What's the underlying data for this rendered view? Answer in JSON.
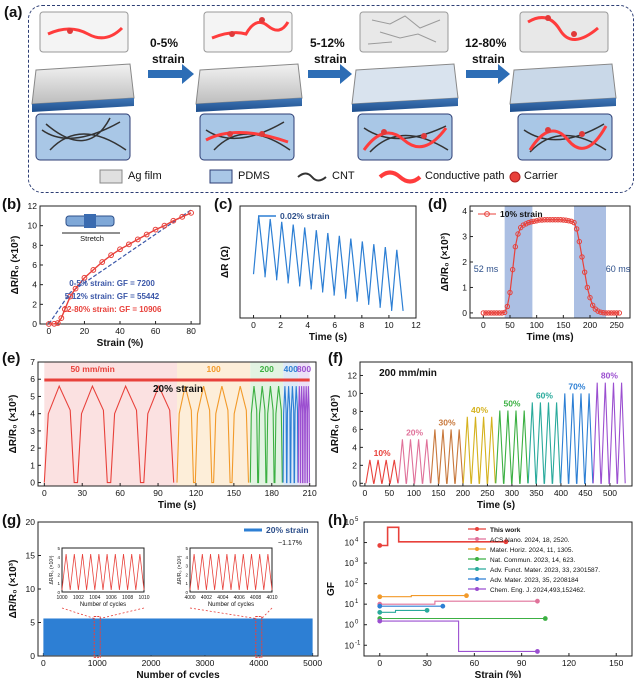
{
  "panel_a": {
    "label": "(a)",
    "steps": [
      {
        "pct": "0-5%",
        "word": "strain"
      },
      {
        "pct": "5-12%",
        "word": "strain"
      },
      {
        "pct": "12-80%",
        "word": "strain"
      }
    ],
    "legend": [
      "Ag film",
      "PDMS",
      "CNT",
      "Conductive path",
      "Carrier"
    ]
  },
  "chart_data": [
    {
      "id": "b",
      "label": "(b)",
      "type": "line",
      "xlabel": "Strain (%)",
      "ylabel": "ΔR/R₀ (×10³)",
      "xlim": [
        -5,
        85
      ],
      "ylim": [
        0,
        12
      ],
      "xticks": [
        0,
        20,
        40,
        60,
        80
      ],
      "yticks": [
        0,
        2,
        4,
        6,
        8,
        10,
        12
      ],
      "inset_label": "Stretch",
      "series": [
        {
          "values": [
            [
              0,
              0
            ],
            [
              3,
              0.02
            ],
            [
              5,
              0.1
            ],
            [
              7,
              0.6
            ],
            [
              9,
              1.5
            ],
            [
              12,
              2.8
            ],
            [
              15,
              3.6
            ],
            [
              20,
              4.7
            ],
            [
              25,
              5.5
            ],
            [
              30,
              6.3
            ],
            [
              35,
              7.0
            ],
            [
              40,
              7.6
            ],
            [
              45,
              8.1
            ],
            [
              50,
              8.6
            ],
            [
              55,
              9.1
            ],
            [
              60,
              9.6
            ],
            [
              65,
              10.0
            ],
            [
              70,
              10.5
            ],
            [
              75,
              10.9
            ],
            [
              80,
              11.3
            ]
          ]
        }
      ],
      "annotations": [
        "0-5% strain: GF = 7200",
        "5-12% strain: GF = 55442",
        "12-80% strain: GF = 10906"
      ]
    },
    {
      "id": "c",
      "label": "(c)",
      "type": "line",
      "xlabel": "Time (s)",
      "ylabel": "ΔR (Ω)",
      "xlim": [
        -1,
        12
      ],
      "xticks": [
        0,
        2,
        4,
        6,
        8,
        10,
        12
      ],
      "legend": [
        "0.02% strain"
      ],
      "cycles": 13,
      "period_s": 0.85,
      "y_max": [
        0.95,
        0.62
      ],
      "y_min": [
        0.38,
        0.02
      ]
    },
    {
      "id": "d",
      "label": "(d)",
      "type": "line",
      "xlabel": "Time (ms)",
      "ylabel": "ΔR/R₀ (×10³)",
      "xlim": [
        -25,
        275
      ],
      "ylim": [
        -0.2,
        4.2
      ],
      "xticks": [
        0,
        50,
        100,
        150,
        200,
        250
      ],
      "yticks": [
        0,
        1,
        2,
        3,
        4
      ],
      "legend": [
        "10% strain"
      ],
      "annotations": [
        "52 ms",
        "60 ms"
      ],
      "shaded": [
        [
          40,
          92
        ],
        [
          170,
          230
        ]
      ],
      "series": [
        {
          "values": [
            [
              0,
              0
            ],
            [
              5,
              0
            ],
            [
              10,
              0
            ],
            [
              15,
              0
            ],
            [
              20,
              0
            ],
            [
              25,
              0
            ],
            [
              30,
              0
            ],
            [
              35,
              0
            ],
            [
              40,
              0.02
            ],
            [
              45,
              0.25
            ],
            [
              50,
              0.8
            ],
            [
              55,
              1.7
            ],
            [
              60,
              2.6
            ],
            [
              65,
              3.1
            ],
            [
              70,
              3.35
            ],
            [
              75,
              3.45
            ],
            [
              80,
              3.5
            ],
            [
              85,
              3.55
            ],
            [
              90,
              3.58
            ],
            [
              95,
              3.6
            ],
            [
              100,
              3.62
            ],
            [
              105,
              3.65
            ],
            [
              110,
              3.65
            ],
            [
              115,
              3.66
            ],
            [
              120,
              3.66
            ],
            [
              125,
              3.66
            ],
            [
              130,
              3.66
            ],
            [
              135,
              3.66
            ],
            [
              140,
              3.66
            ],
            [
              145,
              3.66
            ],
            [
              150,
              3.65
            ],
            [
              155,
              3.64
            ],
            [
              160,
              3.62
            ],
            [
              165,
              3.6
            ],
            [
              170,
              3.55
            ],
            [
              175,
              3.3
            ],
            [
              180,
              2.8
            ],
            [
              185,
              2.2
            ],
            [
              190,
              1.6
            ],
            [
              195,
              1.0
            ],
            [
              200,
              0.6
            ],
            [
              205,
              0.3
            ],
            [
              210,
              0.15
            ],
            [
              215,
              0.07
            ],
            [
              220,
              0.03
            ],
            [
              225,
              0.01
            ],
            [
              230,
              0
            ],
            [
              235,
              0
            ],
            [
              240,
              0
            ],
            [
              245,
              0
            ],
            [
              250,
              0
            ],
            [
              255,
              0
            ]
          ]
        }
      ]
    },
    {
      "id": "e",
      "label": "(e)",
      "type": "line",
      "xlabel": "Time (s)",
      "ylabel": "ΔR/R₀ (×10³)",
      "xlim": [
        -5,
        215
      ],
      "ylim": [
        -0.2,
        7
      ],
      "xticks": [
        0,
        30,
        60,
        90,
        120,
        150,
        180,
        210
      ],
      "yticks": [
        0,
        1,
        2,
        3,
        4,
        5,
        6,
        7
      ],
      "title": "20% strain",
      "segments": [
        {
          "label": "50 mm/min",
          "start": 0,
          "end": 105,
          "cycles": 4,
          "color": "#e8413b"
        },
        {
          "label": "100",
          "start": 105,
          "end": 163,
          "cycles": 4,
          "color": "#f29a2a"
        },
        {
          "label": "200",
          "start": 163,
          "end": 189,
          "cycles": 4,
          "color": "#3cb043"
        },
        {
          "label": "400",
          "start": 189,
          "end": 201,
          "cycles": 4,
          "color": "#2d7fd4"
        },
        {
          "label": "800",
          "start": 201,
          "end": 210,
          "cycles": 5,
          "color": "#9b4fd0"
        }
      ],
      "peak": 5.6
    },
    {
      "id": "f",
      "label": "(f)",
      "type": "line",
      "xlabel": "Time (s)",
      "ylabel": "ΔR/R₀ (×10³)",
      "xlim": [
        -10,
        545
      ],
      "ylim": [
        -0.3,
        13.5
      ],
      "xticks": [
        0,
        50,
        100,
        150,
        200,
        250,
        300,
        350,
        400,
        450,
        500
      ],
      "yticks": [
        0,
        2,
        4,
        6,
        8,
        10,
        12
      ],
      "title": "200 mm/min",
      "groups": [
        {
          "label": "10%",
          "peak": 2.6,
          "color": "#e8413b"
        },
        {
          "label": "20%",
          "peak": 4.9,
          "color": "#e0729a"
        },
        {
          "label": "30%",
          "peak": 6.0,
          "color": "#c8783c"
        },
        {
          "label": "40%",
          "peak": 7.4,
          "color": "#d5b21e"
        },
        {
          "label": "50%",
          "peak": 8.1,
          "color": "#3cb043"
        },
        {
          "label": "60%",
          "peak": 9.0,
          "color": "#2aaa9c"
        },
        {
          "label": "70%",
          "peak": 10.0,
          "color": "#2d7fd4"
        },
        {
          "label": "80%",
          "peak": 11.2,
          "color": "#9b4fd0"
        }
      ],
      "cycles_per_group": 4
    },
    {
      "id": "g",
      "label": "(g)",
      "type": "area",
      "xlabel": "Number of cycles",
      "ylabel": "ΔR/R₀ (×10³)",
      "xlim": [
        -100,
        5100
      ],
      "ylim": [
        0,
        20
      ],
      "xticks": [
        0,
        1000,
        2000,
        3000,
        4000,
        5000
      ],
      "yticks": [
        0,
        5,
        10,
        15,
        20
      ],
      "legend": [
        "20% strain"
      ],
      "band": [
        0.1,
        5.6
      ],
      "annotation": "~1.17%",
      "insets": [
        {
          "xticks": [
            1000,
            1002,
            1004,
            1006,
            1008,
            1010
          ],
          "xlabel": "Number of cycles",
          "ylabel": "ΔR/R₀ (×10³)",
          "yticks": [
            0,
            1,
            2,
            3,
            4,
            5
          ]
        },
        {
          "xticks": [
            4000,
            4002,
            4004,
            4006,
            4008,
            4010
          ],
          "xlabel": "Number of cycles",
          "ylabel": "ΔR/R₀ (×10³)",
          "yticks": [
            0,
            1,
            2,
            3,
            4,
            5
          ]
        }
      ]
    },
    {
      "id": "h",
      "label": "(h)",
      "type": "line",
      "xlabel": "Strain (%)",
      "ylabel": "GF",
      "xlim": [
        -10,
        160
      ],
      "xticks": [
        0,
        30,
        60,
        90,
        120,
        150
      ],
      "ylog": true,
      "ylim": [
        0.03,
        100000
      ],
      "series": [
        {
          "name": "This work",
          "color": "#e8413b",
          "values": [
            [
              0,
              7200
            ],
            [
              5,
              7200
            ],
            [
              5,
              55442
            ],
            [
              12,
              55442
            ],
            [
              12,
              10906
            ],
            [
              80,
              10906
            ]
          ]
        },
        {
          "name": "ACS Nano. 2024, 18, 2520.",
          "color": "#e0729a",
          "values": [
            [
              0,
              10
            ],
            [
              35,
              10
            ],
            [
              35,
              14
            ],
            [
              100,
              14
            ]
          ]
        },
        {
          "name": "Mater. Horiz. 2024, 11, 1305.",
          "color": "#f29a2a",
          "values": [
            [
              0,
              23
            ],
            [
              20,
              23
            ],
            [
              20,
              26
            ],
            [
              55,
              26
            ]
          ]
        },
        {
          "name": "Nat. Commun. 2023, 14, 623.",
          "color": "#3cb043",
          "values": [
            [
              0,
              2
            ],
            [
              105,
              2
            ]
          ]
        },
        {
          "name": "Adv. Funct. Mater. 2023, 33, 2301587.",
          "color": "#2aaa9c",
          "values": [
            [
              0,
              4
            ],
            [
              10,
              4
            ],
            [
              10,
              5
            ],
            [
              30,
              5
            ]
          ]
        },
        {
          "name": "Adv. Mater. 2023, 35, 2208184",
          "color": "#2d7fd4",
          "values": [
            [
              0,
              8
            ],
            [
              40,
              8
            ]
          ]
        },
        {
          "name": "Chem. Eng. J. 2024,493,152462.",
          "color": "#9b4fd0",
          "values": [
            [
              0,
              1.5
            ],
            [
              50,
              1.5
            ],
            [
              50,
              0.05
            ],
            [
              100,
              0.05
            ]
          ]
        }
      ]
    }
  ]
}
